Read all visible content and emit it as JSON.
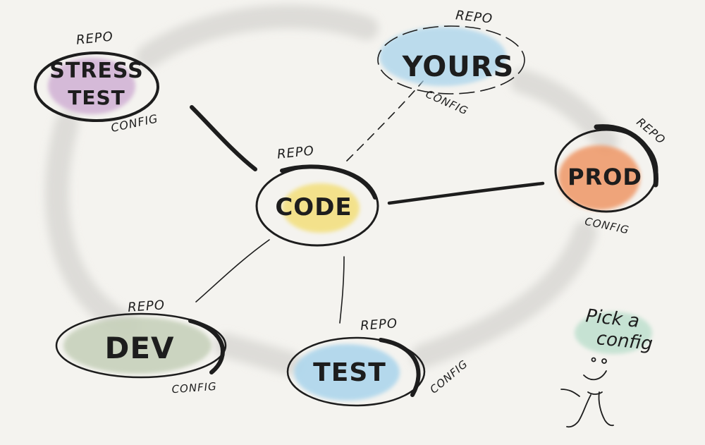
{
  "nodes": {
    "stress_test": {
      "lines": [
        "STRESS",
        "TEST"
      ],
      "repo": "REPO",
      "config": "CONFIG",
      "color": "#c9a3cf"
    },
    "yours": {
      "title": "YOURS",
      "repo": "REPO",
      "config": "CONFIG",
      "color": "#a9d4ec"
    },
    "code": {
      "title": "CODE",
      "repo": "REPO",
      "color": "#f3df7a"
    },
    "prod": {
      "title": "PROD",
      "repo": "REPO",
      "config": "CONFIG",
      "color": "#ef9766"
    },
    "dev": {
      "title": "DEV",
      "repo": "REPO",
      "config": "CONFIG",
      "color": "#c7d1bb"
    },
    "test": {
      "title": "TEST",
      "repo": "REPO",
      "config": "CONFIG",
      "color": "#a9d4ec"
    }
  },
  "note": {
    "lines": [
      "Pick a",
      "config"
    ],
    "color": "#bfe0cf"
  },
  "colors": {
    "ink": "#1d1d1d",
    "ring_wash": "#d9d8d4",
    "paper": "#f4f3ef"
  }
}
